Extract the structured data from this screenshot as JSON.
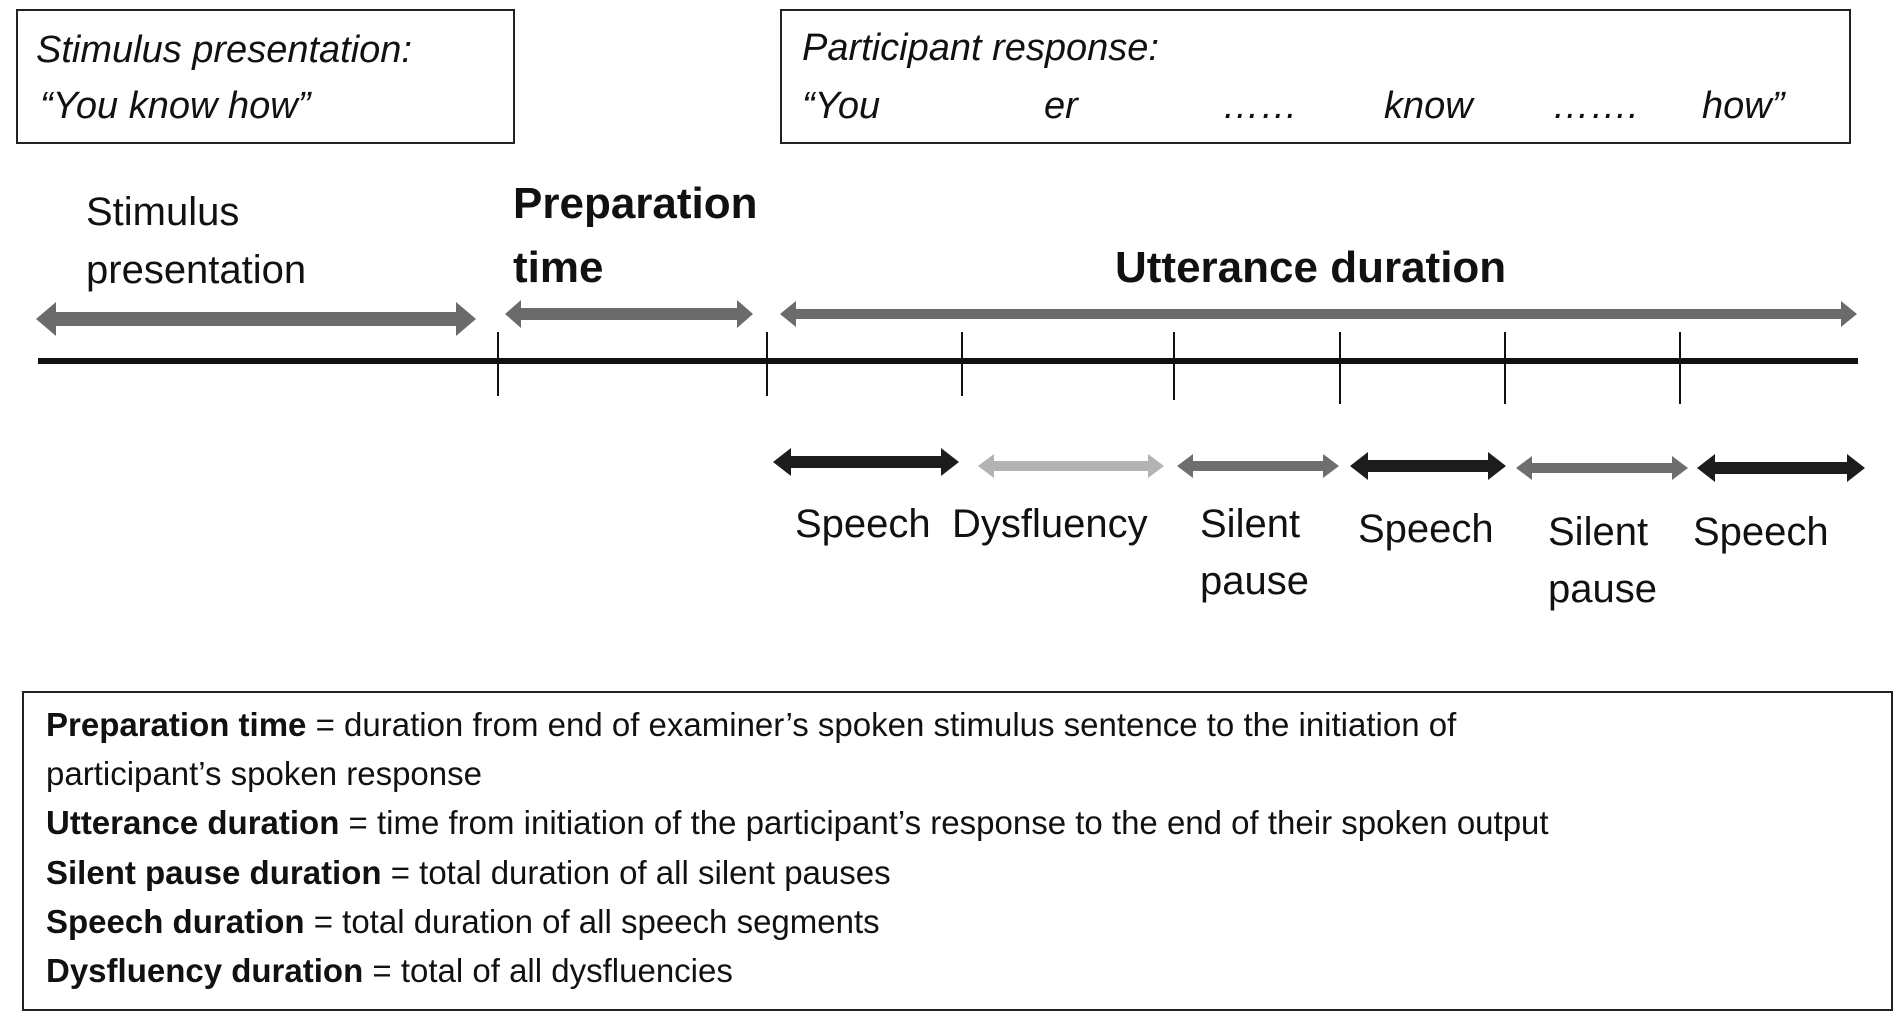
{
  "stimulus_box": {
    "line1": "Stimulus presentation:",
    "line2": "“You know how”"
  },
  "response_box": {
    "title": "Participant response:",
    "words": [
      "“You",
      "er",
      "……",
      "know",
      "…….",
      "how”"
    ]
  },
  "upper_labels": {
    "stimulus_line1": "Stimulus",
    "stimulus_line2": "presentation",
    "preparation_line1": "Preparation",
    "preparation_line2": "time",
    "utterance": "Utterance duration"
  },
  "segments": [
    {
      "line1": "Speech",
      "line2": "",
      "color": "#1c1c1c"
    },
    {
      "line1": "Dysfluency",
      "line2": "",
      "color": "#b3b3b3"
    },
    {
      "line1": "Silent",
      "line2": "pause",
      "color": "#6e6e6e"
    },
    {
      "line1": "Speech",
      "line2": "",
      "color": "#1c1c1c"
    },
    {
      "line1": "Silent",
      "line2": "pause",
      "color": "#6e6e6e"
    },
    {
      "line1": "Speech",
      "line2": "",
      "color": "#1c1c1c"
    }
  ],
  "colors": {
    "upper_arrow": "#6b6b6b",
    "timeline": "#111111"
  },
  "definitions": [
    {
      "term": "Preparation time",
      "text": " = duration from end of examiner’s spoken stimulus sentence to the initiation of"
    },
    {
      "term": "",
      "text": "participant’s spoken response"
    },
    {
      "term": "Utterance duration",
      "text": " = time from initiation of the participant’s response to the end of their spoken output"
    },
    {
      "term": "Silent pause duration",
      "text": " = total duration of all silent pauses"
    },
    {
      "term": "Speech duration",
      "text": " = total duration of all speech segments"
    },
    {
      "term": "Dysfluency duration",
      "text": " = total of all dysfluencies"
    }
  ]
}
